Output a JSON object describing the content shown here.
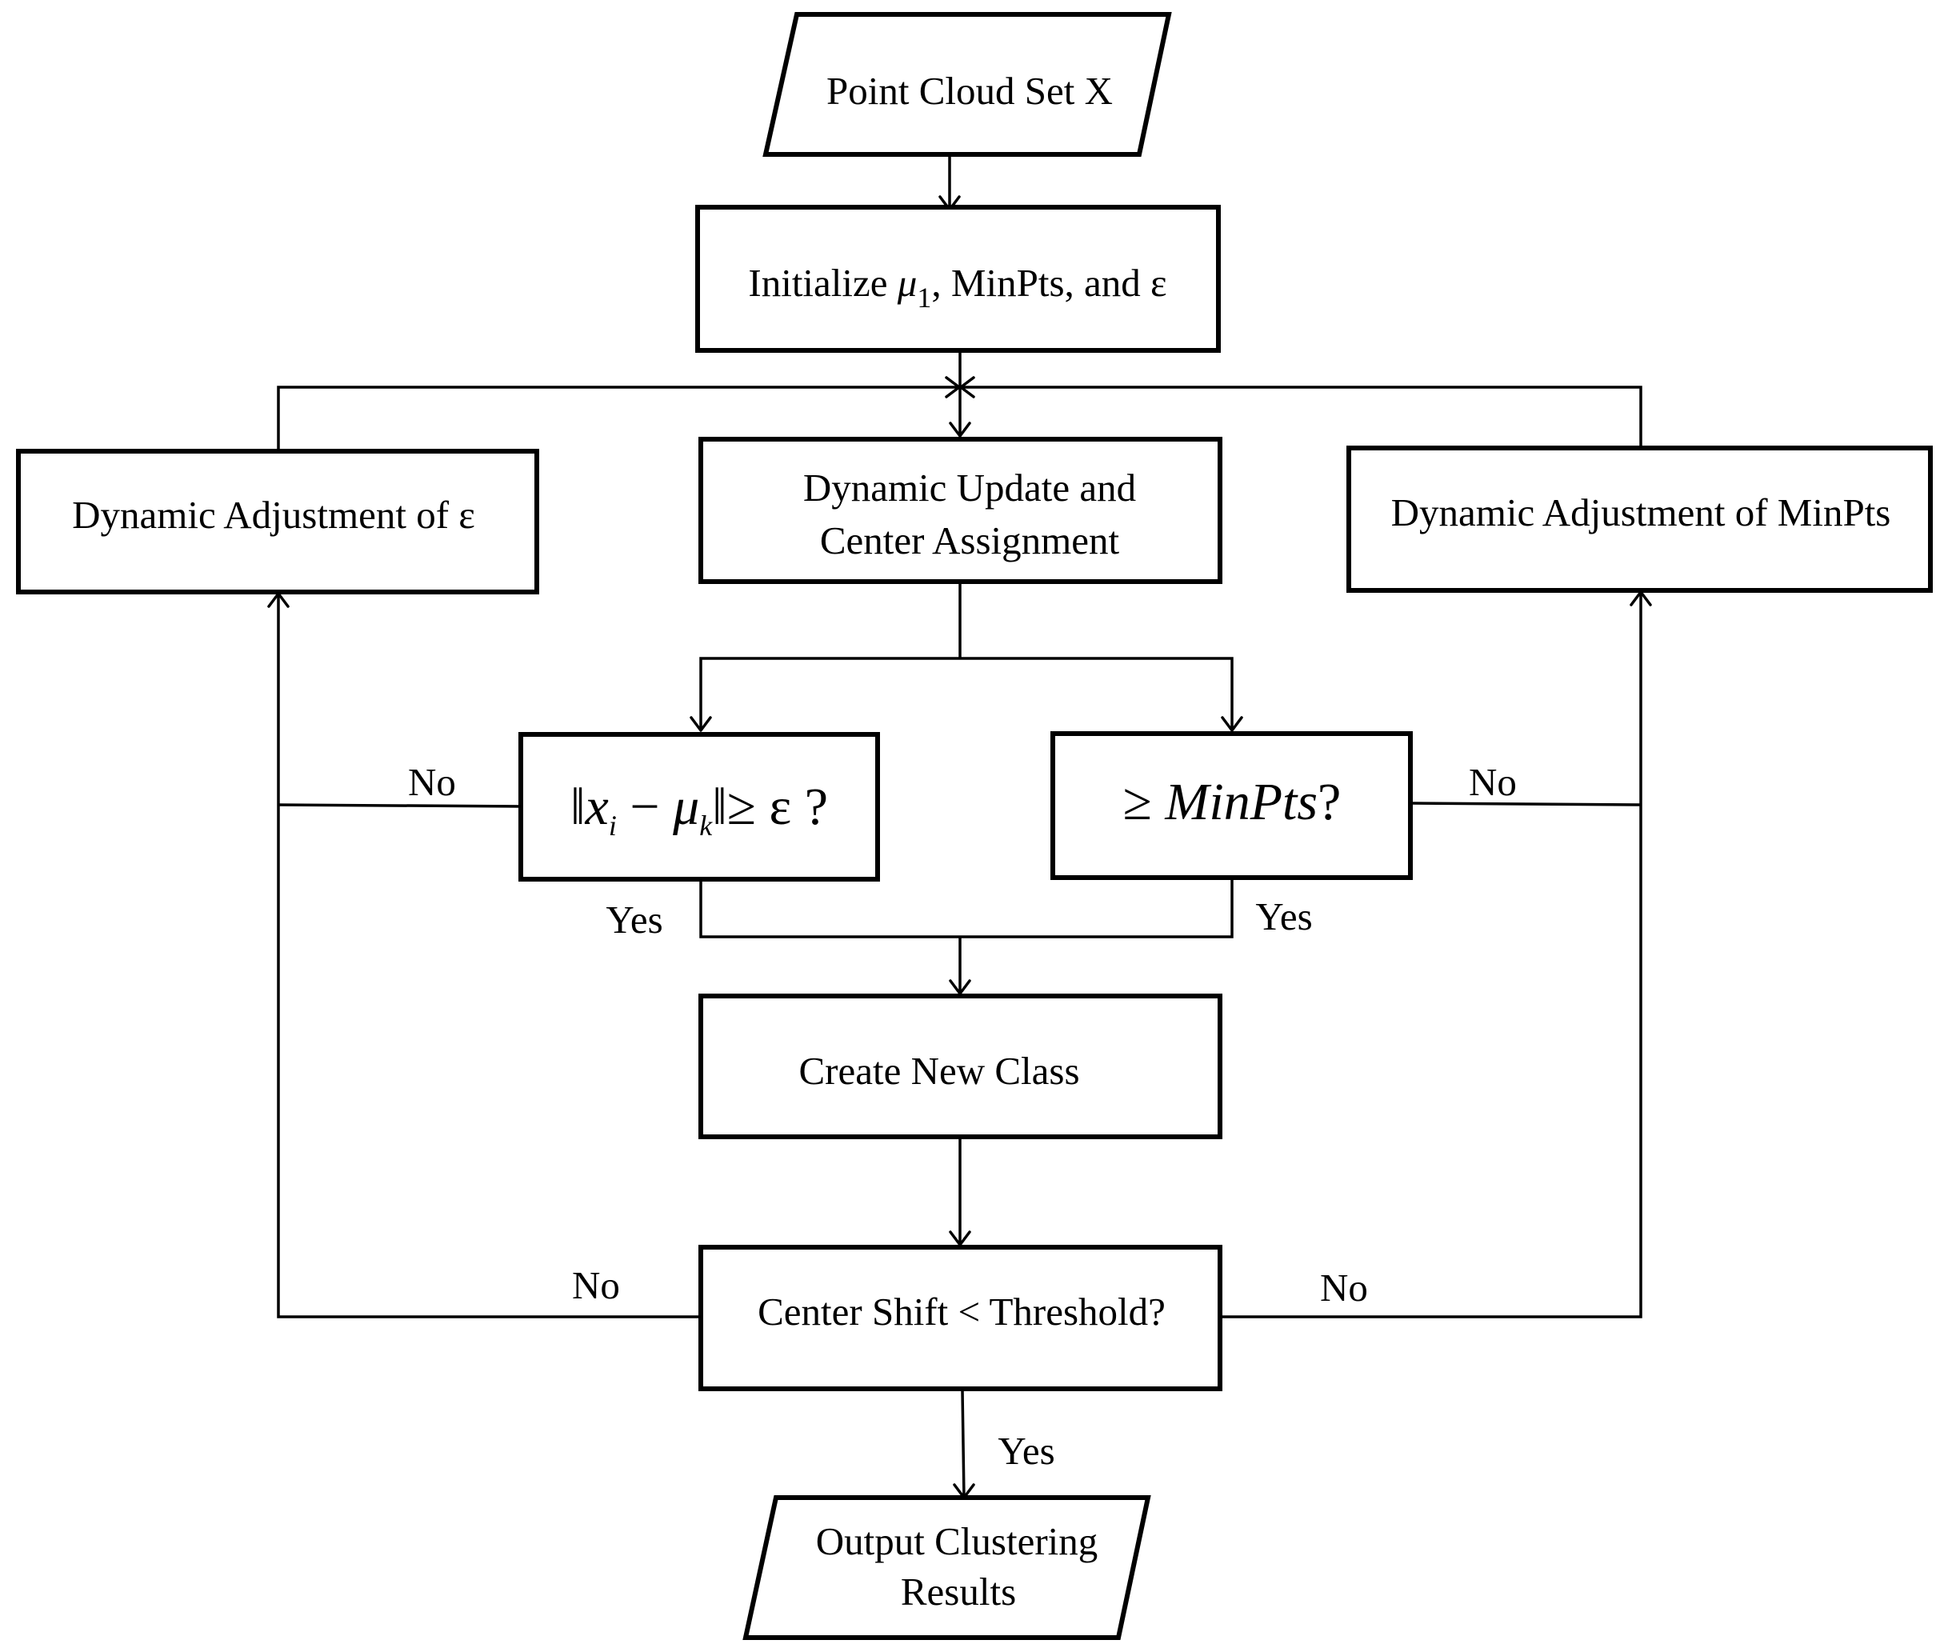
{
  "nodes": {
    "input": "Point Cloud Set X",
    "init": {
      "prefix": "Initialize ",
      "mu": "μ",
      "sub": "1",
      "suffix": ", MinPts, and ε"
    },
    "update": {
      "line1": "Dynamic Update and",
      "line2": "Center Assignment"
    },
    "adjust_eps": "Dynamic Adjustment of ε",
    "adjust_minpts": "Dynamic Adjustment of MinPts",
    "cond_eps": {
      "norm_left": "‖",
      "x": "x",
      "i": "i",
      "minus": " − ",
      "mu": "μ",
      "k": "k",
      "norm_right": "‖",
      "rest": "≥ ε ?"
    },
    "cond_minpts": {
      "geq": "≥ ",
      "minpts": "MinPts",
      "q": "?"
    },
    "create": "Create New Class",
    "shift": "Center Shift < Threshold?",
    "output": {
      "line1": "Output Clustering",
      "line2": "Results"
    }
  },
  "edge_labels": {
    "eps_no": "No",
    "minpts_no": "No",
    "eps_yes": "Yes",
    "minpts_yes": "Yes",
    "shift_no_left": "No",
    "shift_no_right": "No",
    "shift_yes": "Yes"
  }
}
